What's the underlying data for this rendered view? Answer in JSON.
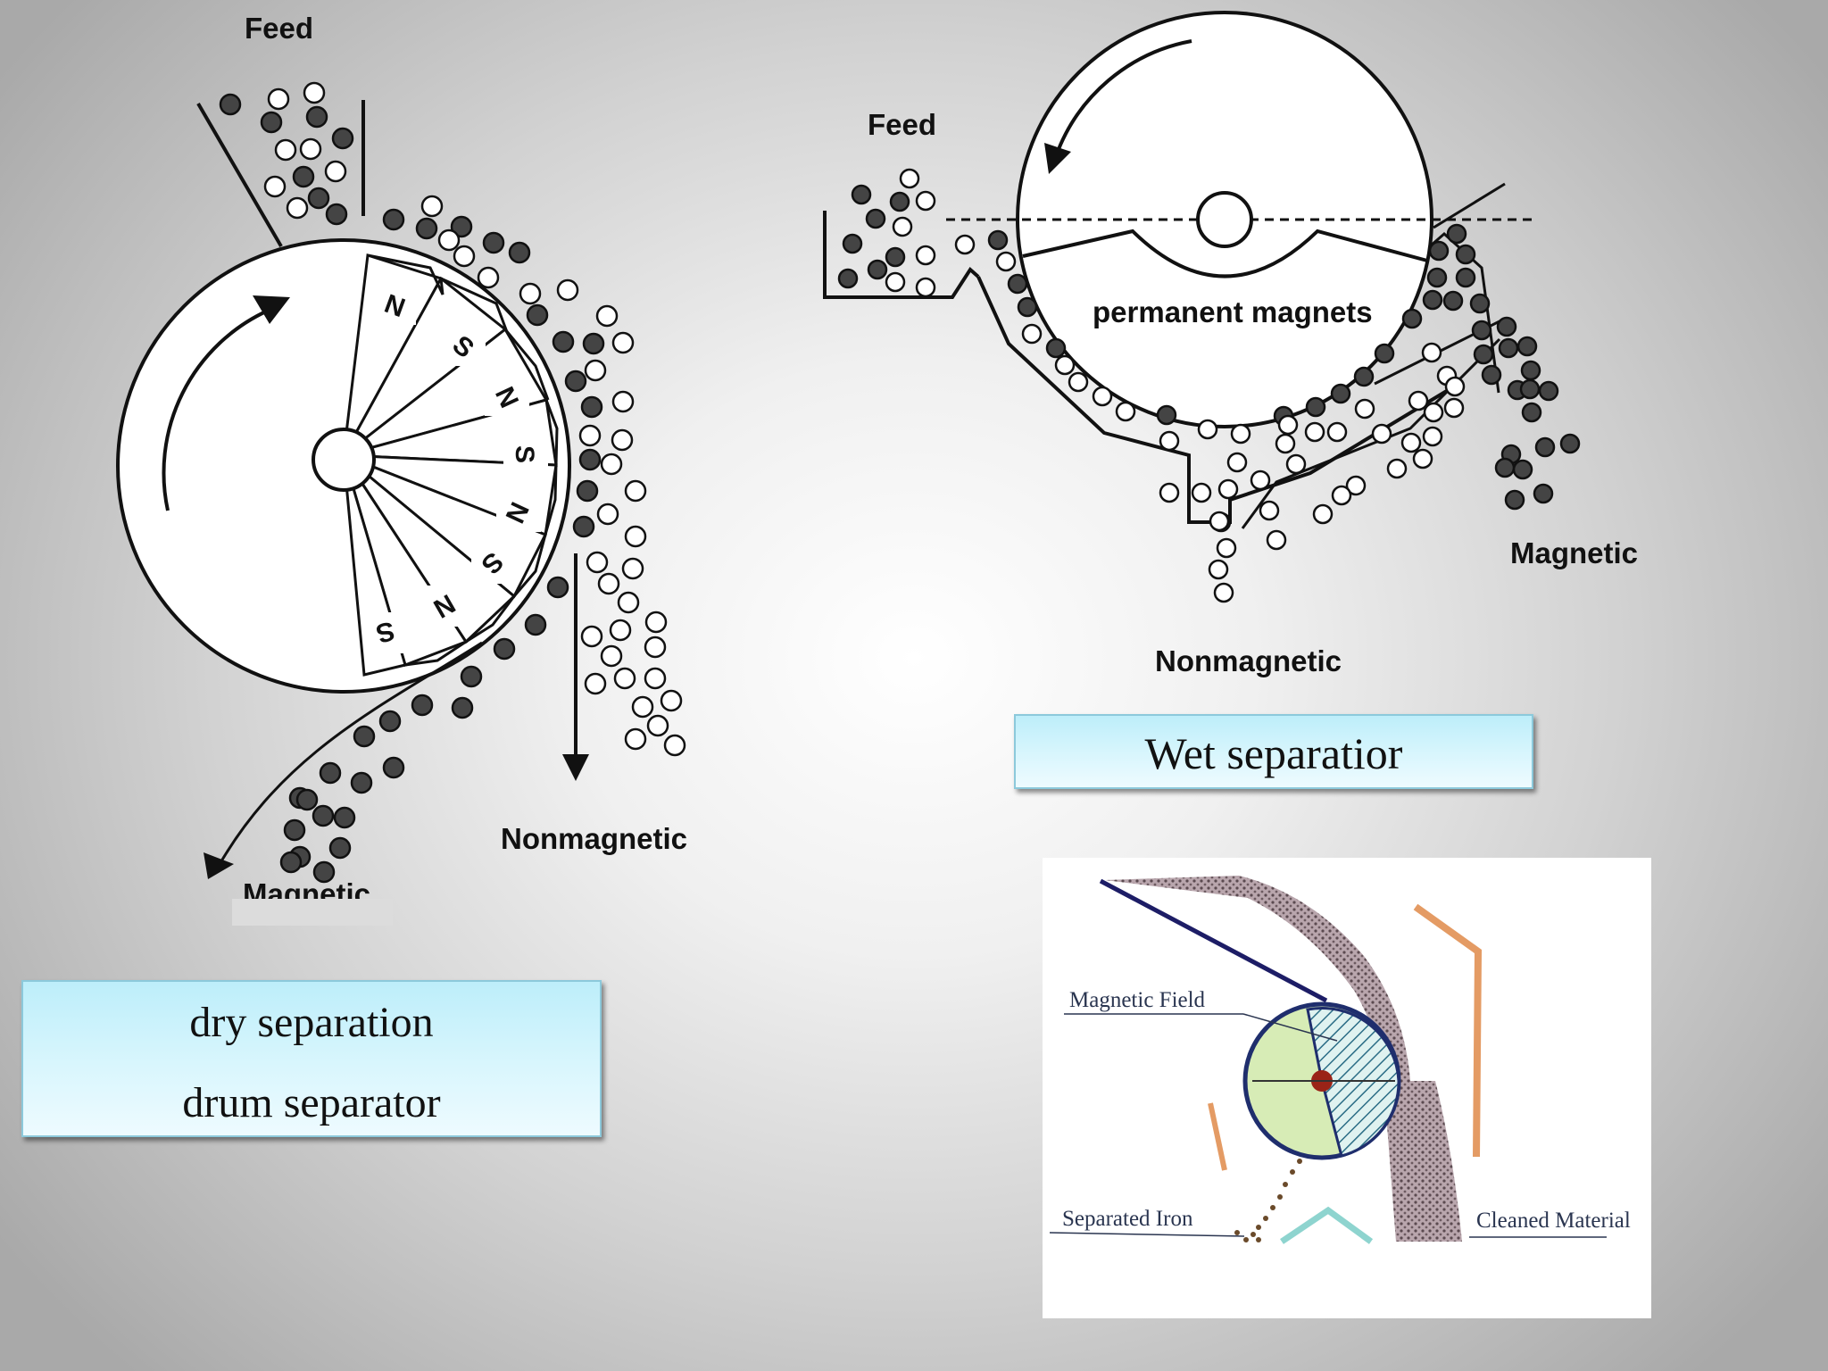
{
  "dry": {
    "feed_label": "Feed",
    "nonmagnetic_label": "Nonmagnetic",
    "magnetic_label": "Magnetic",
    "poles": [
      "N",
      "S",
      "N",
      "S",
      "N",
      "S",
      "N",
      "S"
    ],
    "caption_line1": "dry separation",
    "caption_line2": "drum separator"
  },
  "wet": {
    "feed_label": "Feed",
    "magnets_label": "permanent magnets",
    "magnetic_label": "Magnetic",
    "nonmagnetic_label": "Nonmagnetic",
    "caption": "Wet separatior"
  },
  "photo": {
    "magnetic_field_label": "Magnetic Field",
    "separated_iron_label": "Separated Iron",
    "cleaned_material_label": "Cleaned Material"
  }
}
